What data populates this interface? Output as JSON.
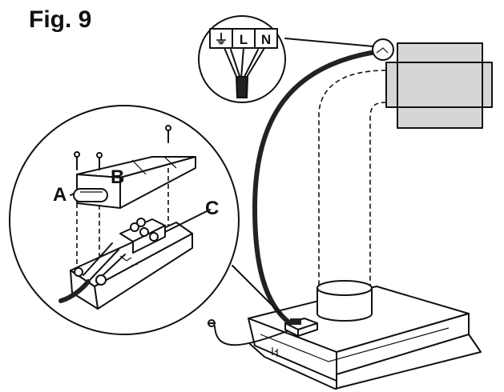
{
  "figure": {
    "title": "Fig. 9",
    "labels": {
      "a": "A",
      "b": "B",
      "c": "C"
    },
    "terminals": {
      "earth": "⏚",
      "live": "L",
      "neutral": "N"
    },
    "colors": {
      "line": "#111111",
      "motor_fill": "#d6d6d6",
      "background": "#ffffff"
    }
  }
}
